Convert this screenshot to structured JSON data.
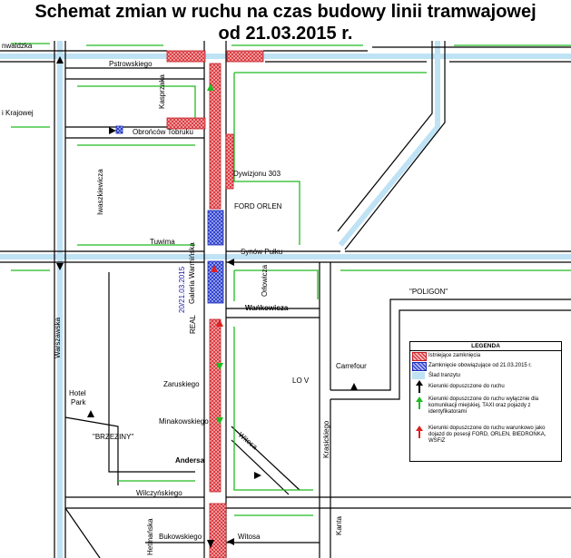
{
  "title": {
    "line1": "Schemat zmian w ruchu na czas budowy linii tramwajowej",
    "line2": "od 21.03.2015 r."
  },
  "streets": {
    "nawadzka": "nwaldzka",
    "krajowej": "i Krajowej",
    "pstrowskiego": "Pstrowskiego",
    "kasprzaka": "Kasprzaka",
    "obroncow": "Obrońców Tobruku",
    "dywizjonu": "Dywizjonu 303",
    "iwaszkiewicza": "Iwaszkiewicza",
    "tuwima": "Tuwima",
    "synow_pulku": "Synów Pułku",
    "galeria_warminska": "Galeria Warmińska",
    "date_marker": "20/21.03.2015",
    "real": "REAL",
    "orlowicza": "Orłowicza",
    "wankowicza": "Wańkowicza",
    "warszawska": "Warszawska",
    "zaruskiego": "Zaruskiego",
    "minakowskiego": "Minakowskiego",
    "andersa": "Andersa",
    "witosa_diag": "Witosa",
    "wilczynskiego": "Wilczyńskiego",
    "bukowskiego": "Bukowskiego",
    "witosa": "Witosa",
    "hetmanska": "Hetmańska",
    "krasickiego": "Krasickiego",
    "kanta": "Kanta"
  },
  "places": {
    "ford_orlen": "FORD ORLEN",
    "hotel": "Hotel",
    "park": "Park",
    "brzeziny": "\"BRZEZINY\"",
    "polygon": "\"POLIGON\"",
    "carrefour": "Carrefour",
    "lov": "LO V"
  },
  "legend": {
    "title": "LEGENDA",
    "items": [
      {
        "label": "Istniejące zamknięcia",
        "color": "#e8474c"
      },
      {
        "label": "Zamknięcie obowiązujące od 21.03.2015 r.",
        "color": "#2b3fd0"
      },
      {
        "label": "Ślad tranzytu",
        "color": "#a9d6f0"
      },
      {
        "label": "Kierunki dopuszczone do ruchu",
        "color": "#000000"
      },
      {
        "label": "Kierunki dopuszczone do ruchu wyłącznie dla komunikacji miejskiej, TAXI oraz pojazdy z identyfikatorami",
        "color": "#22bb22"
      },
      {
        "label": "Kierunki dopuszczone do ruchu warunkowo jako dojazd do posesji FORD, ORLEN, BIEDRONKA, WSFiZ",
        "color": "#dd2222"
      }
    ]
  }
}
